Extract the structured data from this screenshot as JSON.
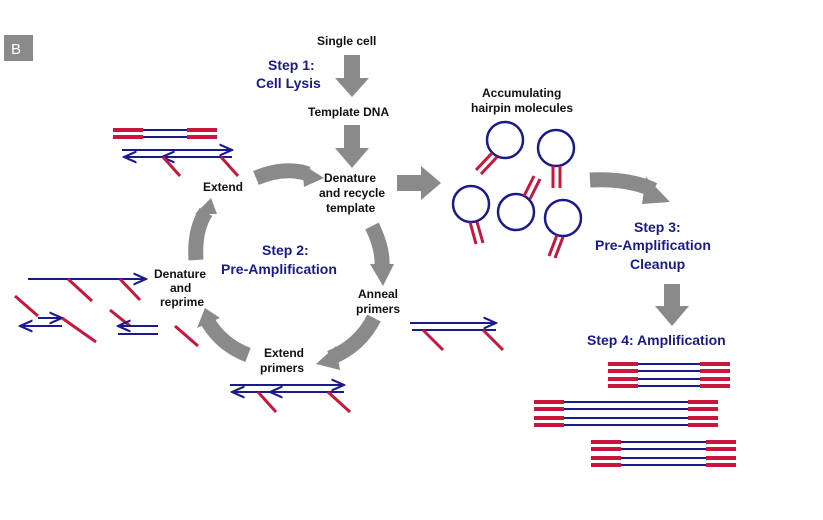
{
  "panel_label": "B",
  "colors": {
    "dna": "#1a1a8c",
    "primer": "#c8173c",
    "arrow": "#8a8a8a",
    "step": "#1a1a8c",
    "badge": "#8a8a8a"
  },
  "labels": {
    "single_cell": "Single cell",
    "template_dna": "Template DNA",
    "denature_recycle": [
      "Denature",
      "and recycle",
      "template"
    ],
    "anneal": [
      "Anneal",
      "primers"
    ],
    "extend_primers": [
      "Extend",
      "primers"
    ],
    "denature_reprime": [
      "Denature",
      "and",
      "reprime"
    ],
    "extend": "Extend",
    "accumulating": [
      "Accumulating",
      "hairpin molecules"
    ]
  },
  "steps": {
    "step1": [
      "Step 1:",
      "Cell Lysis"
    ],
    "step2": [
      "Step 2:",
      "Pre-Amplification"
    ],
    "step3": [
      "Step 3:",
      "Pre-Amplification",
      "Cleanup"
    ],
    "step4": "Step 4: Amplification"
  }
}
